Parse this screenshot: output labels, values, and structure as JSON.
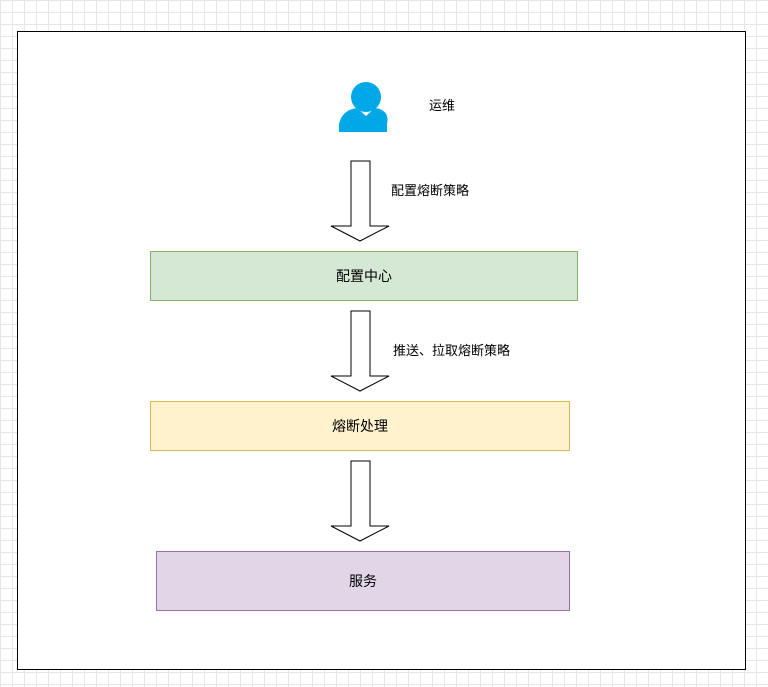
{
  "actor": {
    "icon": "user-icon",
    "label": "运维",
    "color": "#00a8e8"
  },
  "arrows": [
    {
      "label": "配置熔断策略"
    },
    {
      "label": "推送、拉取熔断策略"
    },
    {
      "label": ""
    }
  ],
  "nodes": {
    "config_center": {
      "label": "配置中心",
      "fill": "#d5e8d4",
      "stroke": "#82b366"
    },
    "circuit_breaker": {
      "label": "熔断处理",
      "fill": "#fff2cc",
      "stroke": "#d6b656"
    },
    "service": {
      "label": "服务",
      "fill": "#e1d5e7",
      "stroke": "#9673a6"
    }
  }
}
